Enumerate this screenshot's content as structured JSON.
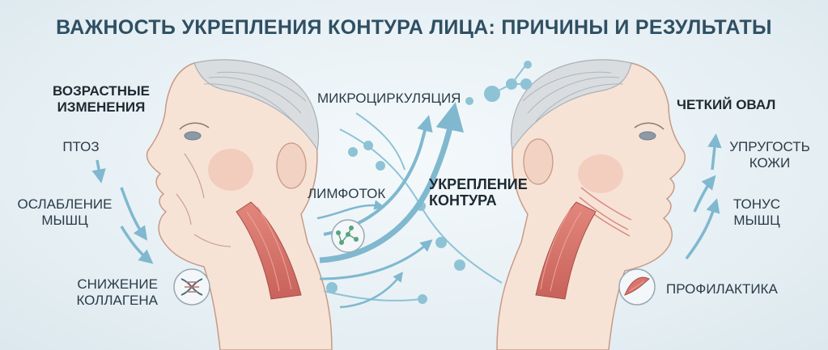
{
  "title": "ВАЖНОСТЬ УКРЕПЛЕНИЯ КОНТУРА ЛИЦА: ПРИЧИНЫ И РЕЗУЛЬТАТЫ",
  "left": {
    "heading": "ВОЗРАСТНЫЕ\nИЗМЕНЕНИЯ",
    "items": [
      "ПТОЗ",
      "ОСЛАБЛЕНИЕ\nМЫШЦ",
      "СНИЖЕНИЕ\nКОЛЛАГЕНА"
    ]
  },
  "center": {
    "microcirculation": "МИКРОЦИРКУЛЯЦИЯ",
    "lymph": "ЛИМФОТОК",
    "main": "УКРЕПЛЕНИЕ\nКОНТУРА"
  },
  "right": {
    "heading": "ЧЕТКИЙ ОВАЛ",
    "items": [
      "УПРУГОСТЬ\nКОЖИ",
      "ТОНУС\nМЫШЦ",
      "ПРОФИЛАКТИКА"
    ]
  },
  "colors": {
    "title": "#2f4f63",
    "arrow": "#7fb8cf",
    "skin": "#f7e3d6",
    "muscle": "#d8756c",
    "node": "#8ec3d6"
  },
  "icons": [
    "dna-icon",
    "molecule-icon",
    "muscle-icon"
  ]
}
